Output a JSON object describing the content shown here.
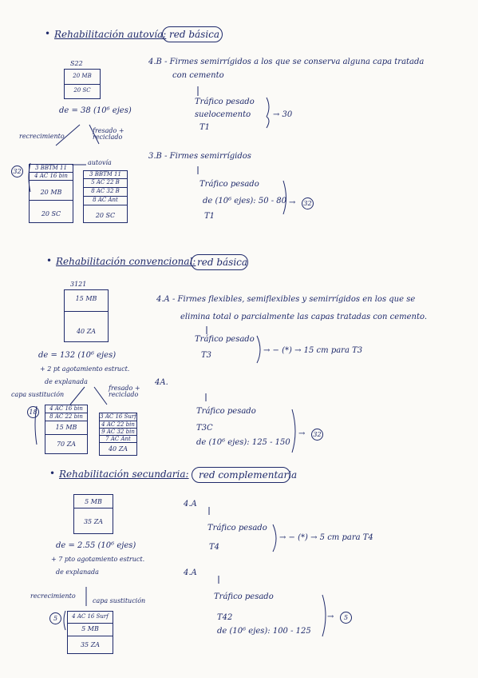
{
  "s1": {
    "bullet": "•",
    "title": "Rehabilitación autovía:",
    "tag": "red básica",
    "stack_label": "S22",
    "stack": [
      "20 MB",
      "20 SC"
    ],
    "de": "de = 38 (10⁶ ejes)",
    "left_lbl": "recrecimiento",
    "right_lbl": "fresado + reciclado",
    "arrow_lbl": "autovía",
    "circle": "32",
    "leftA": [
      "3 BBTM 11",
      "4 AC 16 bin",
      "20 MB",
      "20 SC"
    ],
    "rightB": [
      "3 BBTM 11",
      "5 AC 22 B",
      "8 AC 32 B",
      "8 AC Ant",
      "20 SC"
    ],
    "r1_title": "4.B - Firmes semirrígidos a los que se conserva alguna capa tratada",
    "r1_title2": "con cemento",
    "r1_a": "Tráfico pesado",
    "r1_b": "suelocemento",
    "r1_c": "T1",
    "r1_res": "→ 30",
    "r2_title": "3.B - Firmes semirrígidos",
    "r2_a": "Tráfico pesado",
    "r2_b": "de (10⁶ ejes): 50 - 80",
    "r2_c": "T1",
    "r2_circle": "32"
  },
  "s2": {
    "bullet": "•",
    "title": "Rehabilitación convencional:",
    "tag": "red básica",
    "stack_label": "3121",
    "stack": [
      "15 MB",
      "40 ZA"
    ],
    "de": "de = 132 (10⁶ ejes)",
    "note1": "+ 2 pt agotamiento estruct.",
    "note2": "de explanada",
    "left_lbl": "capa sustitución",
    "right_lbl": "fresado + reciclado",
    "circle": "18",
    "leftA": [
      "4 AC 16 bin",
      "8 AC 22 bin",
      "15 MB",
      "70 ZA"
    ],
    "rightB": [
      "3 AC 16 Surf",
      "4 AC 22 bin",
      "9 AC 32 bin",
      "7 AC Ant",
      "40 ZA"
    ],
    "r1_title": "4.A - Firmes flexibles, semiflexibles y semirrígidos en los que se",
    "r1_title2": "elimina total o parcialmente las capas tratadas con cemento.",
    "r1_a": "Tráfico pesado",
    "r1_c": "T3",
    "r1_res": "→ − (*) → 15 cm para T3",
    "mid": "4A.",
    "r2_a": "Tráfico pesado",
    "r2_b": "T3C",
    "r2_c": "de (10⁶ ejes): 125 - 150",
    "r2_circle": "32"
  },
  "s3": {
    "bullet": "•",
    "title": "Rehabilitación secundaria:",
    "tag": "red complementaria",
    "stack": [
      "5 MB",
      "35 ZA"
    ],
    "de": "de = 2.55 (10⁶ ejes)",
    "note1": "+ 7 pto agotamiento estruct.",
    "note2": "de explanada",
    "left_lbl": "recrecimiento",
    "right_lbl": "capa sustitución",
    "circle": "5",
    "stack2": [
      "4 AC 16 Surf",
      "5 MB",
      "35 ZA"
    ],
    "r1_code": "4.A",
    "r1_a": "Tráfico pesado",
    "r1_b": "T4",
    "r1_res": "→ − (*) → 5 cm para T4",
    "r2_code": "4.A",
    "r2_a": "Tráfico pesado",
    "r2_b": "T42",
    "r2_c": "de (10⁶ ejes): 100 - 125",
    "r2_circle": "5"
  },
  "ink": "#1f2a6b"
}
